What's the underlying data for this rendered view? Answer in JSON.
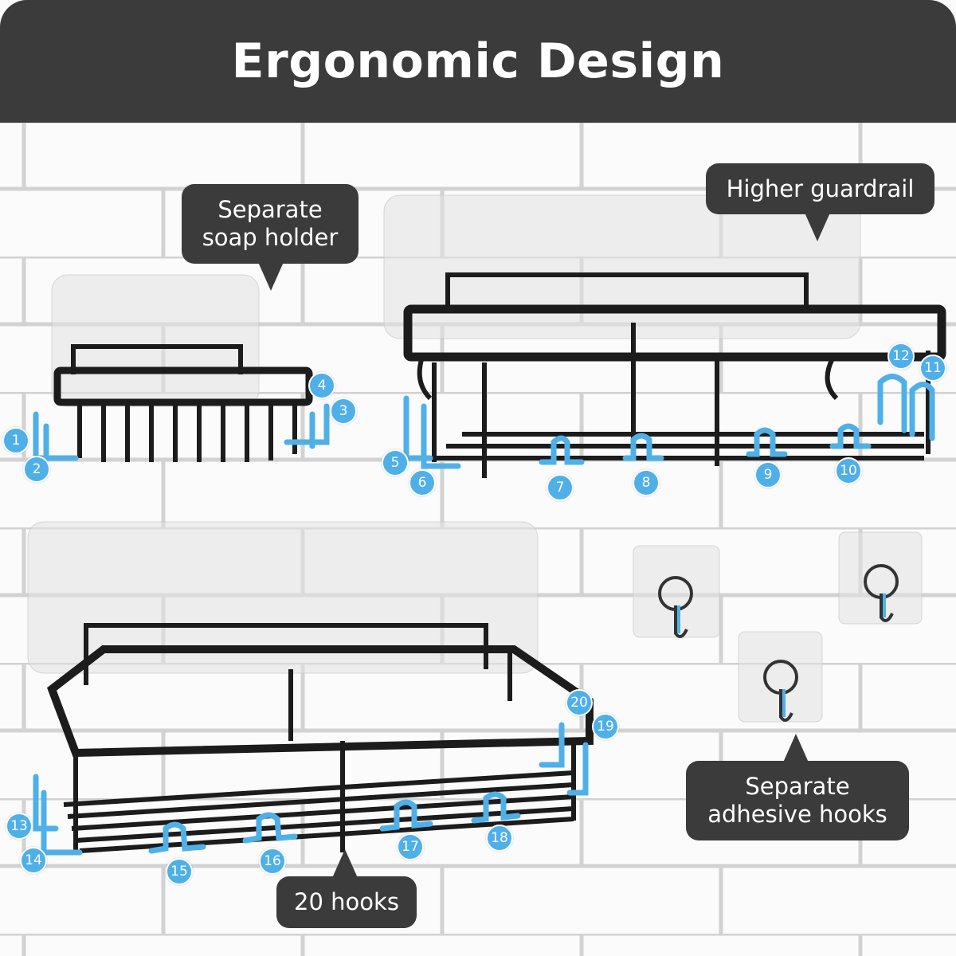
{
  "title": "Ergonomic Design",
  "callouts": {
    "soap_holder": [
      "Separate",
      "soap holder"
    ],
    "guardrail": "Higher guardrail",
    "adhesive_hooks": [
      "Separate",
      "adhesive hooks"
    ],
    "hooks_count": "20 hooks"
  },
  "hook_numbers": [
    "1",
    "2",
    "3",
    "4",
    "5",
    "6",
    "7",
    "8",
    "9",
    "10",
    "11",
    "12",
    "13",
    "14",
    "15",
    "16",
    "17",
    "18",
    "19",
    "20"
  ],
  "colors": {
    "header": "#3b3b3b",
    "hook_blue": "#4fb0e8",
    "shelf": "#1c1c1c",
    "grout": "#d4d4d4"
  }
}
